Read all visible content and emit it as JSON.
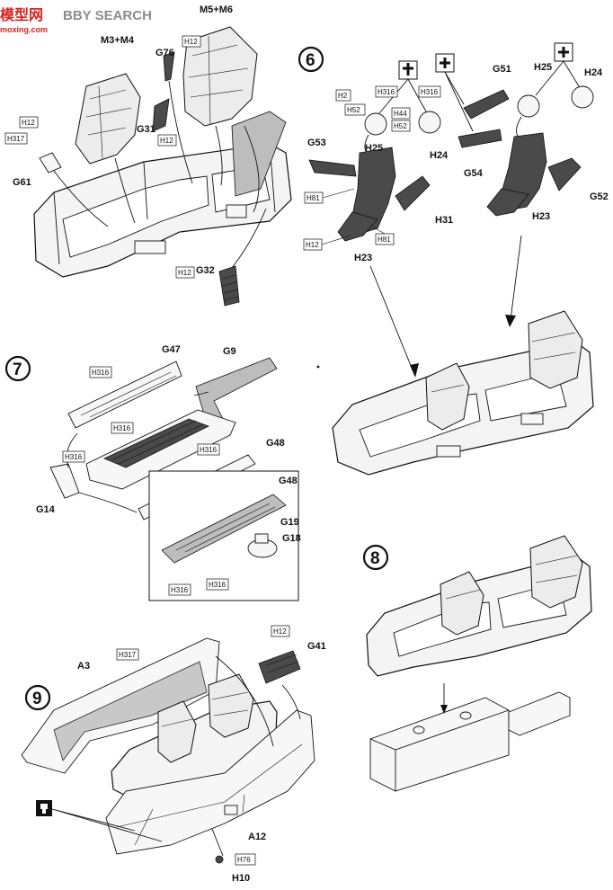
{
  "watermark": {
    "brand": "模型网",
    "brand_tail": "BBY SEARCH",
    "url": "moxing.com"
  },
  "steps": [
    {
      "number": "6"
    },
    {
      "number": "7"
    },
    {
      "number": "8"
    },
    {
      "number": "9"
    }
  ],
  "parts": {
    "m5m6": "M5+M6",
    "m3m4": "M3+M4",
    "g76": "G76",
    "g31": "G31",
    "g61": "G61",
    "g32": "G32",
    "g53": "G53",
    "g51": "G51",
    "h25a": "H25",
    "h25b": "H25",
    "h24a": "H24",
    "h24b": "H24",
    "g54": "G54",
    "h31": "H31",
    "h23a": "H23",
    "h23b": "H23",
    "g52": "G52",
    "g47": "G47",
    "g9": "G9",
    "g48a": "G48",
    "g48b": "G48",
    "g14": "G14",
    "g19": "G19",
    "g18": "G18",
    "a3": "A3",
    "g41": "G41",
    "a12": "A12",
    "h10": "H10"
  },
  "colors": {
    "h12a": "H12",
    "h12b": "H12",
    "h12c": "H12",
    "h12d": "H12",
    "h12e": "H12",
    "h12f": "H12",
    "h317a": "H317",
    "h317b": "H317",
    "h2": "H2",
    "h316a": "H316",
    "h316b": "H316",
    "h52a": "H52",
    "h52b": "H52",
    "h44": "H44",
    "h81a": "H81",
    "h81b": "H81",
    "h316c": "H316",
    "h316d": "H316",
    "h316e": "H316",
    "h316f": "H316",
    "h316g": "H316",
    "h316h": "H316",
    "h316i": "H316",
    "h76": "H76"
  },
  "palette": {
    "ink": "#111111",
    "paper": "#ffffff",
    "dark_part": "#4a4a4a",
    "grey_part": "#bdbdbd",
    "watermark_red": "#d9221c",
    "watermark_grey": "#8c8c8c"
  },
  "icons": [
    "cement-icon",
    "cement-icon",
    "cement-icon",
    "cement-icon",
    "cut-icon"
  ]
}
